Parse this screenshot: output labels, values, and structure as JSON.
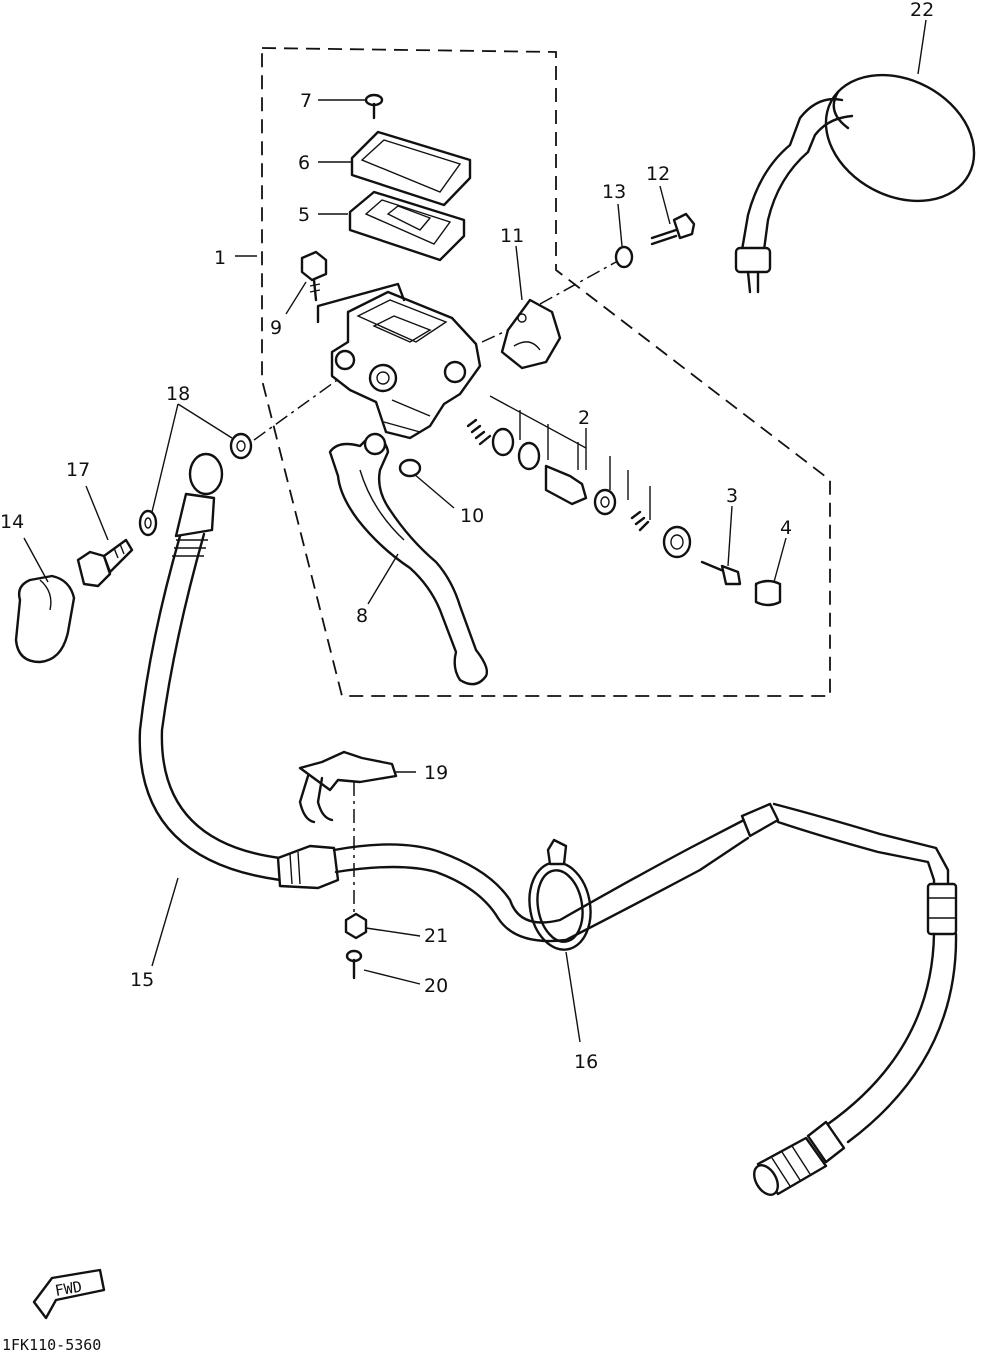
{
  "callouts": [
    {
      "id": "c1",
      "label": "1"
    },
    {
      "id": "c2",
      "label": "2"
    },
    {
      "id": "c3",
      "label": "3"
    },
    {
      "id": "c4",
      "label": "4"
    },
    {
      "id": "c5",
      "label": "5"
    },
    {
      "id": "c6",
      "label": "6"
    },
    {
      "id": "c7",
      "label": "7"
    },
    {
      "id": "c8",
      "label": "8"
    },
    {
      "id": "c9",
      "label": "9"
    },
    {
      "id": "c10",
      "label": "10"
    },
    {
      "id": "c11",
      "label": "11"
    },
    {
      "id": "c12",
      "label": "12"
    },
    {
      "id": "c13",
      "label": "13"
    },
    {
      "id": "c14",
      "label": "14"
    },
    {
      "id": "c15",
      "label": "15"
    },
    {
      "id": "c16",
      "label": "16"
    },
    {
      "id": "c17",
      "label": "17"
    },
    {
      "id": "c18",
      "label": "18"
    },
    {
      "id": "c19",
      "label": "19"
    },
    {
      "id": "c20",
      "label": "20"
    },
    {
      "id": "c21",
      "label": "21"
    },
    {
      "id": "c22",
      "label": "22"
    }
  ],
  "fwd_label": "FWD",
  "diagram_code": "1FK110-5360"
}
